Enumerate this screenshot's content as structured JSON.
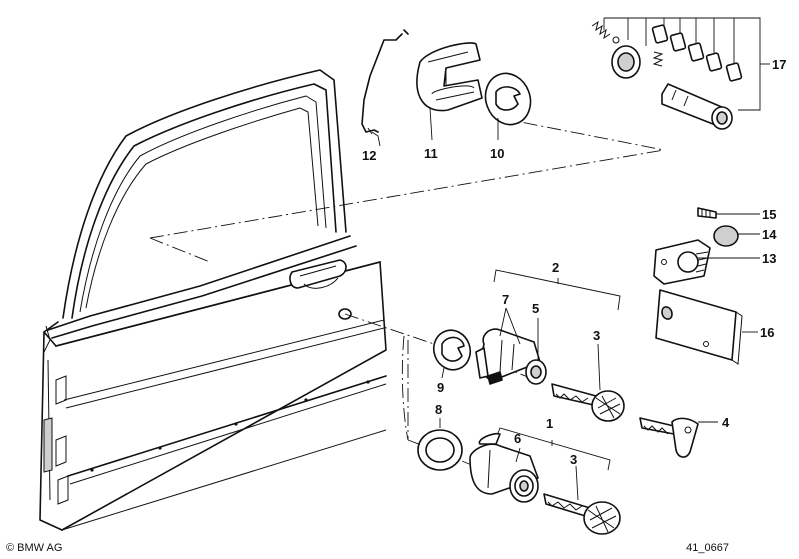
{
  "callouts": [
    {
      "id": "c1",
      "label": "1"
    },
    {
      "id": "c2",
      "label": "2"
    },
    {
      "id": "c3a",
      "label": "3"
    },
    {
      "id": "c3b",
      "label": "3"
    },
    {
      "id": "c4",
      "label": "4"
    },
    {
      "id": "c5",
      "label": "5"
    },
    {
      "id": "c6",
      "label": "6"
    },
    {
      "id": "c7",
      "label": "7"
    },
    {
      "id": "c8",
      "label": "8"
    },
    {
      "id": "c9",
      "label": "9"
    },
    {
      "id": "c10",
      "label": "10"
    },
    {
      "id": "c11",
      "label": "11"
    },
    {
      "id": "c12",
      "label": "12"
    },
    {
      "id": "c13",
      "label": "13"
    },
    {
      "id": "c14",
      "label": "14"
    },
    {
      "id": "c15",
      "label": "15"
    },
    {
      "id": "c16",
      "label": "16"
    },
    {
      "id": "c17",
      "label": "17"
    }
  ],
  "footer": {
    "copyright": "© BMW AG",
    "diagram_id": "41_0667"
  }
}
